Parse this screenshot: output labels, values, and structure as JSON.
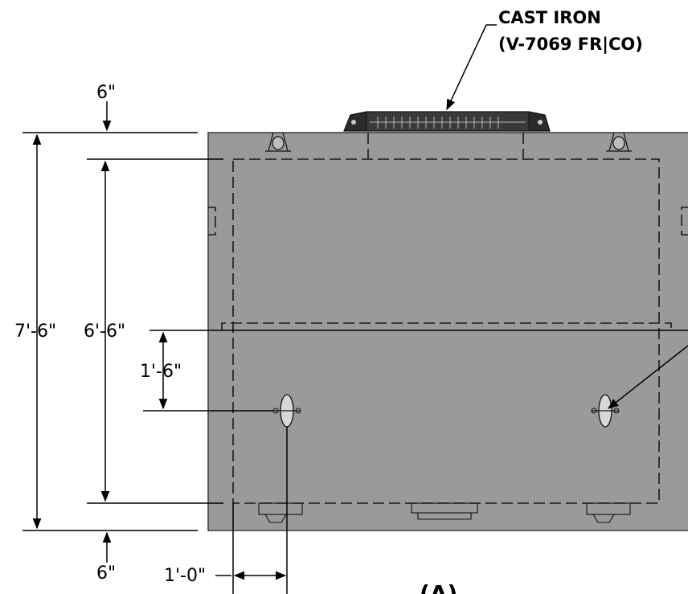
{
  "callout": {
    "material_line1": "CAST IRON",
    "material_line2": "(V-7069 FR|CO)"
  },
  "dimensions": {
    "top_wall": "6\"",
    "bottom_wall": "6\"",
    "overall_height": "7'-6\"",
    "inside_height": "6'-6\"",
    "knockout_height": "1'-6\"",
    "knockout_offset": "1'-0\""
  },
  "section_label": "(A)",
  "colors": {
    "concrete": "#9a9a9a",
    "frame": "#2b2b2b",
    "line": "#000000"
  }
}
